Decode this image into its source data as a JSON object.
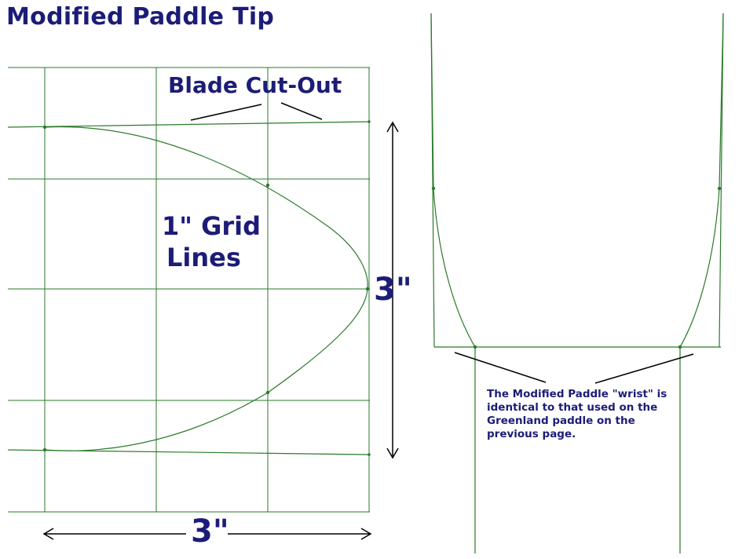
{
  "title": "Modified Paddle Tip",
  "labels": {
    "blade_cutout": "Blade Cut-Out",
    "grid_line1": "1\" Grid",
    "grid_line2": "Lines",
    "dim_vertical": "3\"",
    "dim_horizontal": "3\""
  },
  "note": {
    "lines": [
      "The Modified Paddle \"wrist\" is",
      "identical to that used on the",
      "Greenland paddle on the",
      "previous page."
    ]
  },
  "colors": {
    "line_green": "#2a7a2a",
    "label_navy": "#1c1c78",
    "pointer_black": "#000000"
  }
}
